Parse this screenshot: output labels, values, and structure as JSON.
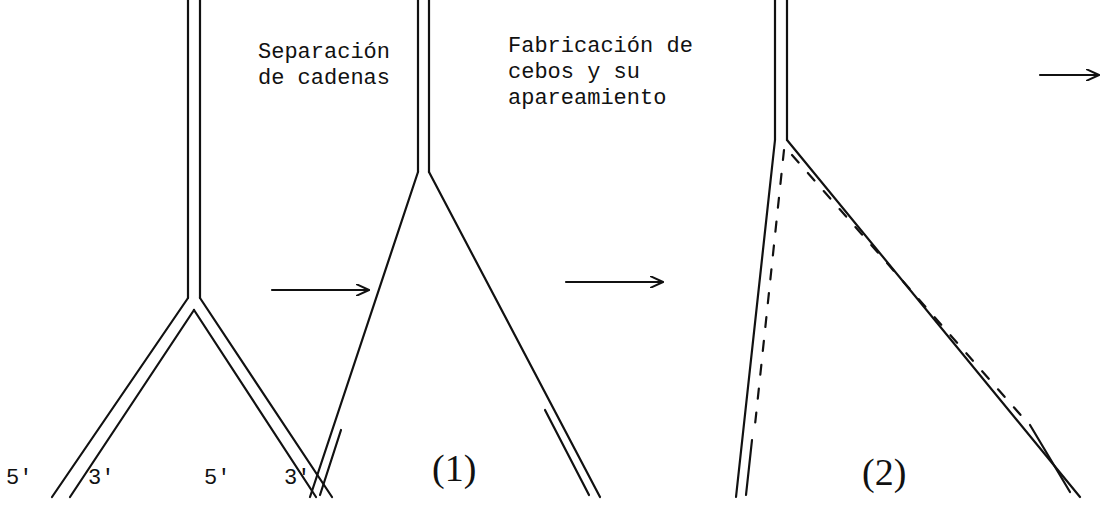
{
  "diagram": {
    "labels": [
      "Separación de cadenas",
      "Fabricación de cebos y su apareamiento",
      "5'",
      "3'",
      "5'",
      "3'",
      "(1)",
      "(2)"
    ]
  }
}
